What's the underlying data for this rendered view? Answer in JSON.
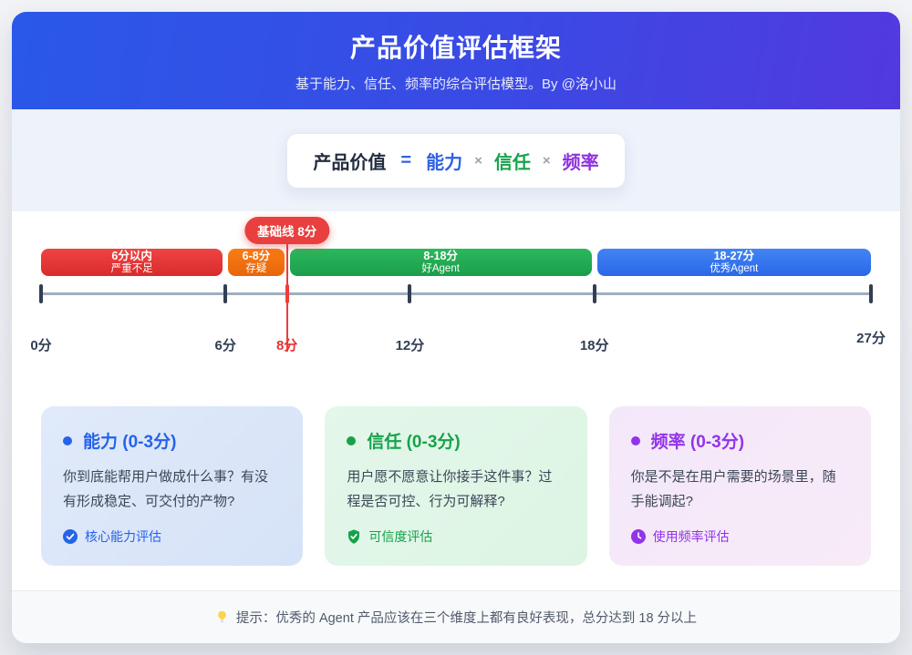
{
  "header": {
    "title": "产品价值评估框架",
    "subtitle": "基于能力、信任、频率的综合评估模型。By @洛小山"
  },
  "colors": {
    "header_gradient_from": "#2a58e8",
    "header_gradient_to": "#5239df",
    "baseline_red": "#e8403e",
    "axis": "#9fadc2",
    "tick": "#323e52"
  },
  "formula": {
    "lhs": "产品价值",
    "eq": "=",
    "term_capability": "能力",
    "times1": "×",
    "term_trust": "信任",
    "times2": "×",
    "term_frequency": "频率"
  },
  "scale": {
    "min": 0,
    "max": 27,
    "baseline": {
      "value": 8,
      "label": "基础线 8分"
    },
    "segments": [
      {
        "from": 0,
        "to": 6,
        "range": "6分以内",
        "label": "严重不足",
        "color_from": "#ef4444",
        "color_to": "#d92b2b"
      },
      {
        "from": 6,
        "to": 8,
        "range": "6-8分",
        "label": "存疑",
        "color_from": "#f97d16",
        "color_to": "#e8650a"
      },
      {
        "from": 8,
        "to": 18,
        "range": "8-18分",
        "label": "好Agent",
        "color_from": "#2cb85c",
        "color_to": "#1b9e4b"
      },
      {
        "from": 18,
        "to": 27,
        "range": "18-27分",
        "label": "优秀Agent",
        "color_from": "#4285f4",
        "color_to": "#2b67e8"
      }
    ],
    "ticks": [
      {
        "value": 0,
        "label": "0分",
        "highlight": false
      },
      {
        "value": 6,
        "label": "6分",
        "highlight": false
      },
      {
        "value": 8,
        "label": "8分",
        "highlight": true
      },
      {
        "value": 12,
        "label": "12分",
        "highlight": false
      },
      {
        "value": 18,
        "label": "18分",
        "highlight": false
      },
      {
        "value": 27,
        "label": "27分",
        "highlight": false
      }
    ]
  },
  "cards": [
    {
      "title": "能力 (0-3分)",
      "body": "你到底能帮用户做成什么事？有没有形成稳定、可交付的产物?",
      "badge": "核心能力评估",
      "accent": "#2563eb",
      "icon": "check-circle-icon"
    },
    {
      "title": "信任 (0-3分)",
      "body": "用户愿不愿意让你接手这件事？过程是否可控、行为可解释?",
      "badge": "可信度评估",
      "accent": "#16a34a",
      "icon": "shield-check-icon"
    },
    {
      "title": "频率 (0-3分)",
      "body": "你是不是在用户需要的场景里，随手能调起?",
      "badge": "使用频率评估",
      "accent": "#9333ea",
      "icon": "clock-icon"
    }
  ],
  "footer": {
    "tip": "提示：优秀的 Agent 产品应该在三个维度上都有良好表现，总分达到 18 分以上",
    "icon": "lightbulb-icon"
  }
}
